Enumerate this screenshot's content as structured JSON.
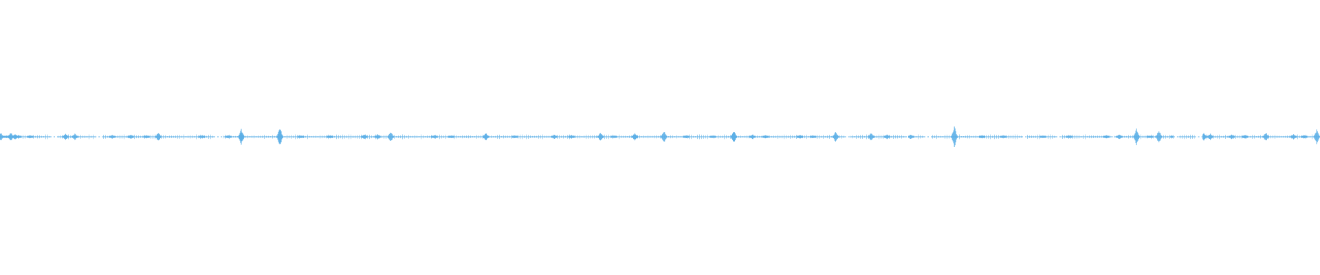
{
  "waveform": {
    "color": "#5aaee6",
    "background": "#ffffff",
    "amplitude_scale": 1.0,
    "peaks": [
      {
        "t": 0.0006,
        "a": 0.03
      },
      {
        "t": 0.0051,
        "a": 0.01
      },
      {
        "t": 0.0083,
        "a": 0.032
      },
      {
        "t": 0.0115,
        "a": 0.024
      },
      {
        "t": 0.014,
        "a": 0.014
      },
      {
        "t": 0.023,
        "a": 0.012
      },
      {
        "t": 0.0497,
        "a": 0.026
      },
      {
        "t": 0.0567,
        "a": 0.024
      },
      {
        "t": 0.085,
        "a": 0.014
      },
      {
        "t": 0.099,
        "a": 0.018
      },
      {
        "t": 0.111,
        "a": 0.014
      },
      {
        "t": 0.12,
        "a": 0.034
      },
      {
        "t": 0.153,
        "a": 0.012
      },
      {
        "t": 0.173,
        "a": 0.014
      },
      {
        "t": 0.1828,
        "a": 0.058
      },
      {
        "t": 0.212,
        "a": 0.072
      },
      {
        "t": 0.228,
        "a": 0.012
      },
      {
        "t": 0.25,
        "a": 0.012
      },
      {
        "t": 0.276,
        "a": 0.02
      },
      {
        "t": 0.286,
        "a": 0.02
      },
      {
        "t": 0.296,
        "a": 0.038
      },
      {
        "t": 0.329,
        "a": 0.014
      },
      {
        "t": 0.342,
        "a": 0.012
      },
      {
        "t": 0.368,
        "a": 0.03
      },
      {
        "t": 0.39,
        "a": 0.01
      },
      {
        "t": 0.42,
        "a": 0.016
      },
      {
        "t": 0.433,
        "a": 0.014
      },
      {
        "t": 0.455,
        "a": 0.034
      },
      {
        "t": 0.465,
        "a": 0.01
      },
      {
        "t": 0.481,
        "a": 0.03
      },
      {
        "t": 0.503,
        "a": 0.048
      },
      {
        "t": 0.52,
        "a": 0.01
      },
      {
        "t": 0.54,
        "a": 0.01
      },
      {
        "t": 0.556,
        "a": 0.046
      },
      {
        "t": 0.57,
        "a": 0.016
      },
      {
        "t": 0.58,
        "a": 0.014
      },
      {
        "t": 0.606,
        "a": 0.016
      },
      {
        "t": 0.616,
        "a": 0.012
      },
      {
        "t": 0.633,
        "a": 0.04
      },
      {
        "t": 0.66,
        "a": 0.03
      },
      {
        "t": 0.672,
        "a": 0.018
      },
      {
        "t": 0.69,
        "a": 0.02
      },
      {
        "t": 0.723,
        "a": 0.08
      },
      {
        "t": 0.744,
        "a": 0.012
      },
      {
        "t": 0.76,
        "a": 0.012
      },
      {
        "t": 0.79,
        "a": 0.01
      },
      {
        "t": 0.81,
        "a": 0.01
      },
      {
        "t": 0.838,
        "a": 0.014
      },
      {
        "t": 0.848,
        "a": 0.018
      },
      {
        "t": 0.861,
        "a": 0.064
      },
      {
        "t": 0.871,
        "a": 0.01
      },
      {
        "t": 0.878,
        "a": 0.05
      },
      {
        "t": 0.889,
        "a": 0.014
      },
      {
        "t": 0.912,
        "a": 0.03
      },
      {
        "t": 0.917,
        "a": 0.026
      },
      {
        "t": 0.933,
        "a": 0.016
      },
      {
        "t": 0.943,
        "a": 0.016
      },
      {
        "t": 0.959,
        "a": 0.034
      },
      {
        "t": 0.98,
        "a": 0.022
      },
      {
        "t": 0.988,
        "a": 0.014
      },
      {
        "t": 0.9975,
        "a": 0.056
      }
    ],
    "gaps": [
      [
        0.038,
        0.044
      ],
      [
        0.072,
        0.078
      ],
      [
        0.162,
        0.169
      ],
      [
        0.64,
        0.644
      ],
      [
        0.686,
        0.688
      ],
      [
        0.7,
        0.706
      ],
      [
        0.774,
        0.778
      ],
      [
        0.8,
        0.804
      ],
      [
        0.842,
        0.844
      ],
      [
        0.889,
        0.893
      ],
      [
        0.905,
        0.911
      ]
    ]
  }
}
